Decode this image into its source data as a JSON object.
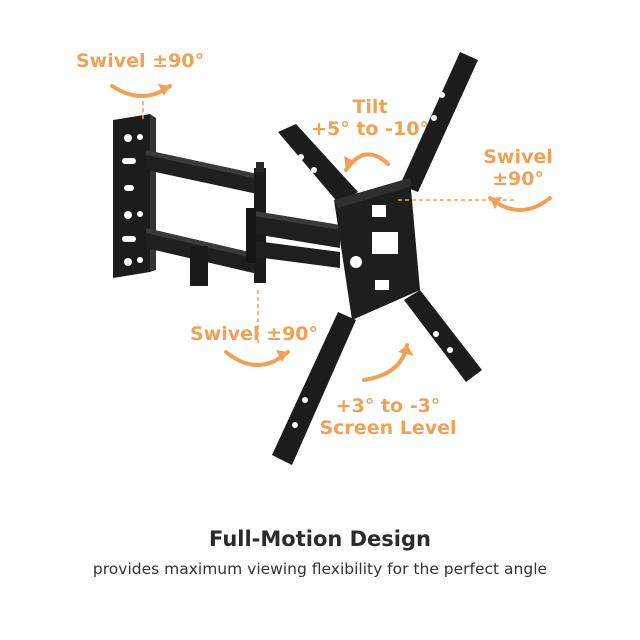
{
  "callouts": {
    "swivel_top": "Swivel ±90°",
    "tilt_line1": "Tilt",
    "tilt_line2": "+5° to -10°",
    "swivel_right_line1": "Swivel",
    "swivel_right_line2": "±90°",
    "swivel_bottom": "Swivel ±90°",
    "level_line1": "+3° to -3°",
    "level_line2": "Screen Level"
  },
  "heading": "Full-Motion Design",
  "subheading": "provides maximum viewing flexibility for the perfect angle",
  "colors": {
    "accent": "#f2a154",
    "mount": "#1c1c1c",
    "text": "#2b2b2b"
  }
}
